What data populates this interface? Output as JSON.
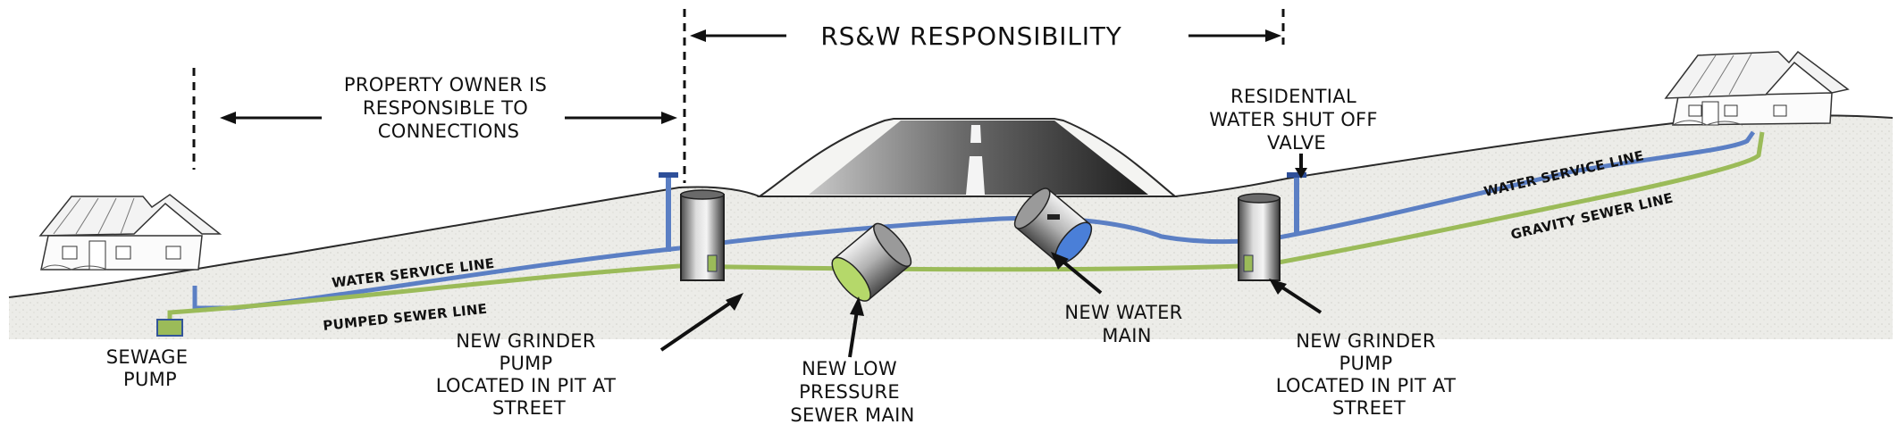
{
  "header": {
    "rsw_responsibility": "RS&W RESPONSIBILITY",
    "owner_responsibility": [
      "PROPERTY OWNER IS",
      "RESPONSIBLE TO",
      "CONNECTIONS"
    ]
  },
  "labels": {
    "sewage_pump": [
      "SEWAGE",
      "PUMP"
    ],
    "grinder_left": [
      "NEW GRINDER",
      "PUMP",
      "LOCATED IN PIT AT",
      "STREET"
    ],
    "low_pressure_main": [
      "NEW LOW",
      "PRESSURE",
      "SEWER MAIN"
    ],
    "water_main": [
      "NEW WATER",
      "MAIN"
    ],
    "grinder_right": [
      "NEW GRINDER",
      "PUMP",
      "LOCATED IN PIT AT",
      "STREET"
    ],
    "shutoff_valve": [
      "RESIDENTIAL",
      "WATER SHUT OFF",
      "VALVE"
    ]
  },
  "line_labels": {
    "water_service_left": "WATER SERVICE LINE",
    "pumped_sewer": "PUMPED SEWER LINE",
    "water_service_right": "WATER SERVICE LINE",
    "gravity_sewer": "GRAVITY SEWER LINE"
  },
  "colors": {
    "water_line": "#5b7fc4",
    "sewer_line": "#9bbb59",
    "ground": "#ebebe7",
    "ground_edge": "#2a2a2a",
    "road_dark": "#222222",
    "water_main_fill": "#4a7fd8",
    "sewer_main_fill": "#b5d86a"
  },
  "icons": [
    "house-icon",
    "grinder-pump-icon",
    "pipe-cylinder-icon",
    "valve-icon",
    "arrow-icon",
    "road-icon"
  ]
}
